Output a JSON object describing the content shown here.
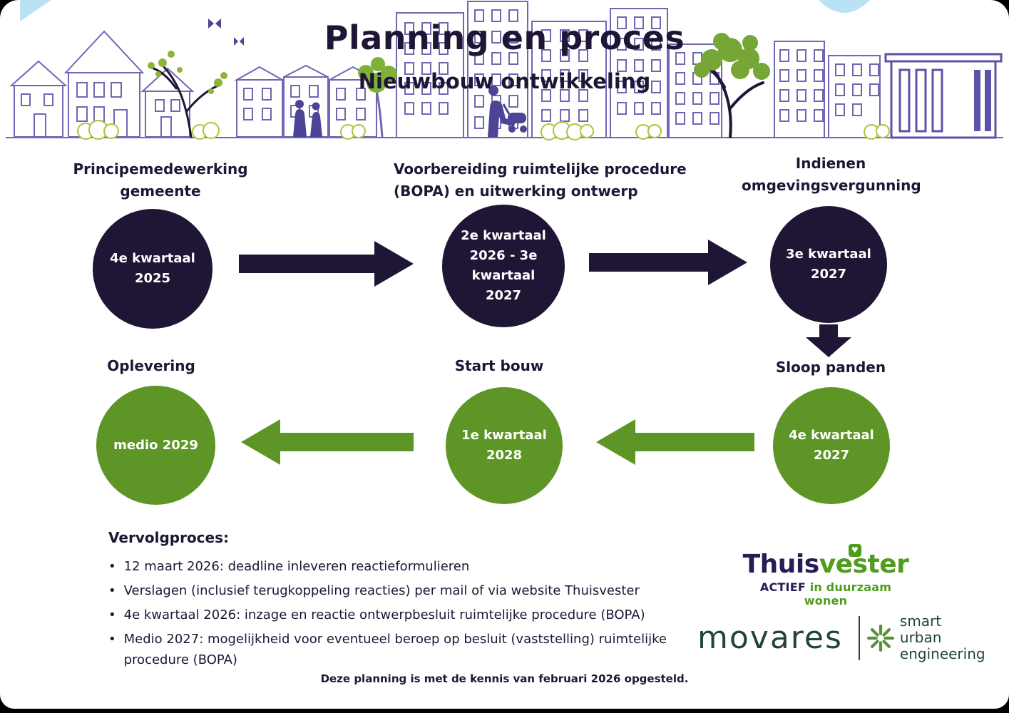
{
  "header": {
    "title": "Planning en proces",
    "subtitle": "Nieuwbouw ontwikkeling"
  },
  "steps": [
    {
      "heading": "Principemedewerking gemeente",
      "lines": [
        "4e kwartaal",
        "2025"
      ]
    },
    {
      "heading": "Voorbereiding ruimtelijke procedure (BOPA) en uitwerking ontwerp",
      "lines": [
        "2e kwartaal",
        "2026 - 3e",
        "kwartaal",
        "2027"
      ]
    },
    {
      "heading": "Indienen omgevingsvergunning",
      "lines": [
        "3e kwartaal",
        "2027"
      ]
    },
    {
      "heading": "Sloop panden",
      "lines": [
        "4e kwartaal",
        "2027"
      ]
    },
    {
      "heading": "Start bouw",
      "lines": [
        "1e kwartaal",
        "2028"
      ]
    },
    {
      "heading": "Oplevering",
      "lines": [
        "medio 2029"
      ]
    }
  ],
  "followup": {
    "title": "Vervolgproces:",
    "bullets": [
      "12 maart 2026: deadline inleveren reactieformulieren",
      "Verslagen (inclusief terugkoppeling reacties) per mail of via  website Thuisvester",
      "4e kwartaal 2026: inzage en reactie ontwerpbesluit ruimtelijke procedure (BOPA)",
      "Medio 2027: mogelijkheid voor eventueel beroep op besluit (vaststelling) ruimtelijke procedure (BOPA)"
    ]
  },
  "footnote": "Deze planning is met de kennis van februari 2026 opgesteld.",
  "logos": {
    "thuisvester": {
      "name_part1": "Thuis",
      "name_part2": "vester",
      "tagline_part1": "ACTIEF",
      "tagline_part2": " in duurzaam wonen"
    },
    "movares": {
      "name": "movares",
      "tagline_line1": "smart",
      "tagline_line2": "urban",
      "tagline_line3": "engineering"
    }
  },
  "icons": {
    "heart": "♥",
    "bullet": "•"
  },
  "colors": {
    "navy": "#1f1535",
    "green": "#5d9626",
    "thuisvester_navy": "#281c55",
    "thuisvester_green": "#4f9c1f",
    "movares_green": "#21453b",
    "illustration_purple": "#6e67b4",
    "illustration_green": "#8cb43c",
    "sky_blue": "#b9e2f4"
  }
}
